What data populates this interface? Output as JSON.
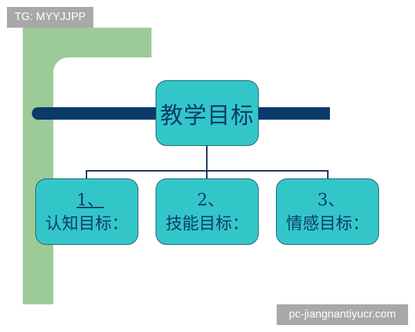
{
  "watermarks": {
    "top_left": "TG: MYYJJPP",
    "bottom_right": "pc-jiangnantiyucr.com"
  },
  "diagram": {
    "root": {
      "label": "教学目标"
    },
    "children": [
      {
        "number": "1、",
        "label": "认知目标："
      },
      {
        "number": "2、",
        "label": "技能目标："
      },
      {
        "number": "3、",
        "label": "情感目标："
      }
    ]
  },
  "colors": {
    "box_fill": "#33c6c8",
    "box_text": "#0d3d66",
    "navy_bar": "#0b3a6b",
    "green_frame": "#9ccb98",
    "connector": "#0f2a4a",
    "watermark_bg": "#a8a8a8"
  }
}
